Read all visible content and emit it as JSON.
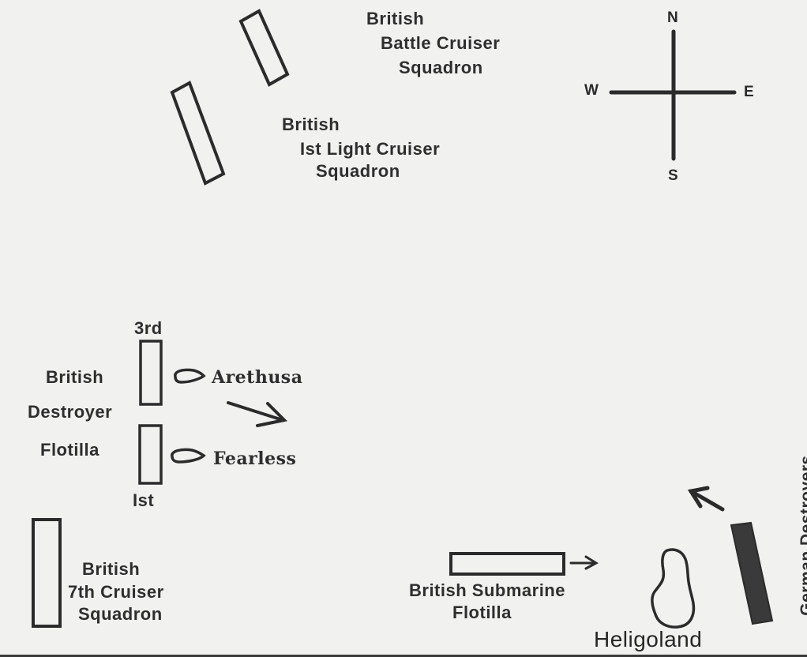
{
  "map": {
    "compass": {
      "north": "N",
      "south": "S",
      "east": "E",
      "west": "W"
    },
    "units": {
      "battle_cruiser": {
        "lines": [
          "British",
          "Battle Cruiser",
          "Squadron"
        ]
      },
      "light_cruiser": {
        "lines": [
          "British",
          "Ist Light Cruiser",
          "Squadron"
        ]
      },
      "destroyer_flotilla": {
        "lines": [
          "British",
          "Destroyer",
          "Flotilla"
        ],
        "upper_label": "3rd",
        "lower_label": "Ist",
        "flagships": [
          "Arethusa",
          "Fearless"
        ]
      },
      "seventh_cruiser": {
        "lines": [
          "British",
          "7th Cruiser",
          "Squadron"
        ]
      },
      "submarine_flotilla": {
        "lines": [
          "British Submarine",
          "Flotilla"
        ]
      },
      "german_destroyers": {
        "label": "German Destroyers"
      }
    },
    "places": {
      "island": "Heligoland"
    },
    "colors": {
      "ink": "#2b2b2b",
      "paper": "#f1f1ef",
      "german_fill": "#3a3a3a"
    }
  }
}
